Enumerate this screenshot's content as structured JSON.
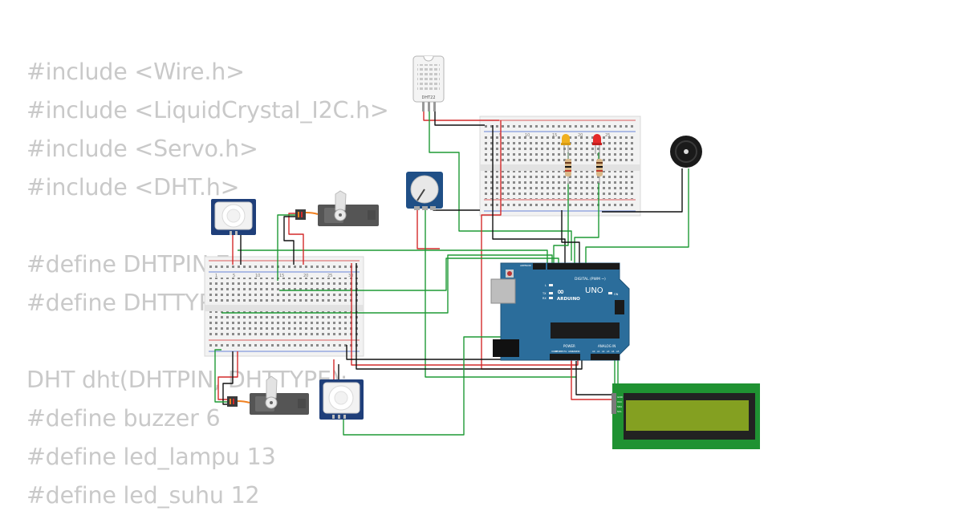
{
  "code_lines": [
    "#include <Wire.h>",
    "#include <LiquidCrystal_I2C.h>",
    "#include <Servo.h>",
    "#include <DHT.h>",
    "",
    "#define DHTPIN 7",
    "#define DHTTYPE DHT22",
    "",
    "DHT dht(DHTPIN, DHTTYPE);",
    "#define buzzer 6",
    "#define led_lampu 13",
    "#define led_suhu 12"
  ],
  "components": {
    "dht_label": "DHT22",
    "arduino": {
      "brand": "ARDUINO",
      "model": "UNO",
      "digital_label": "DIGITAL (PWM ~)",
      "power_label": "POWER",
      "analog_label": "ANALOG IN",
      "on_label": "ON",
      "led_l": "L",
      "led_tx": "TX",
      "led_rx": "RX",
      "aref": "AREF",
      "gnd": "GND",
      "power_pins": [
        "IOREF",
        "RESET",
        "3.3V",
        "5V",
        "GND",
        "GND",
        "VIN"
      ],
      "analog_pins": [
        "A0",
        "A1",
        "A2",
        "A3",
        "A4",
        "A5"
      ]
    },
    "lcd_pins": [
      "GND",
      "VCC",
      "SDA",
      "SCL"
    ],
    "breadboard_top_numbers": [
      "5",
      "10",
      "15",
      "20",
      "25"
    ],
    "breadboard_left_numbers": [
      "1",
      "5",
      "10",
      "15",
      "20",
      "25",
      "30"
    ]
  },
  "colors": {
    "wire_red": "#d42a2a",
    "wire_black": "#111111",
    "wire_green": "#1e9a35",
    "arduino_board": "#2b6d9b",
    "lcd_board": "#1f9232",
    "lcd_screen": "#84a021"
  }
}
